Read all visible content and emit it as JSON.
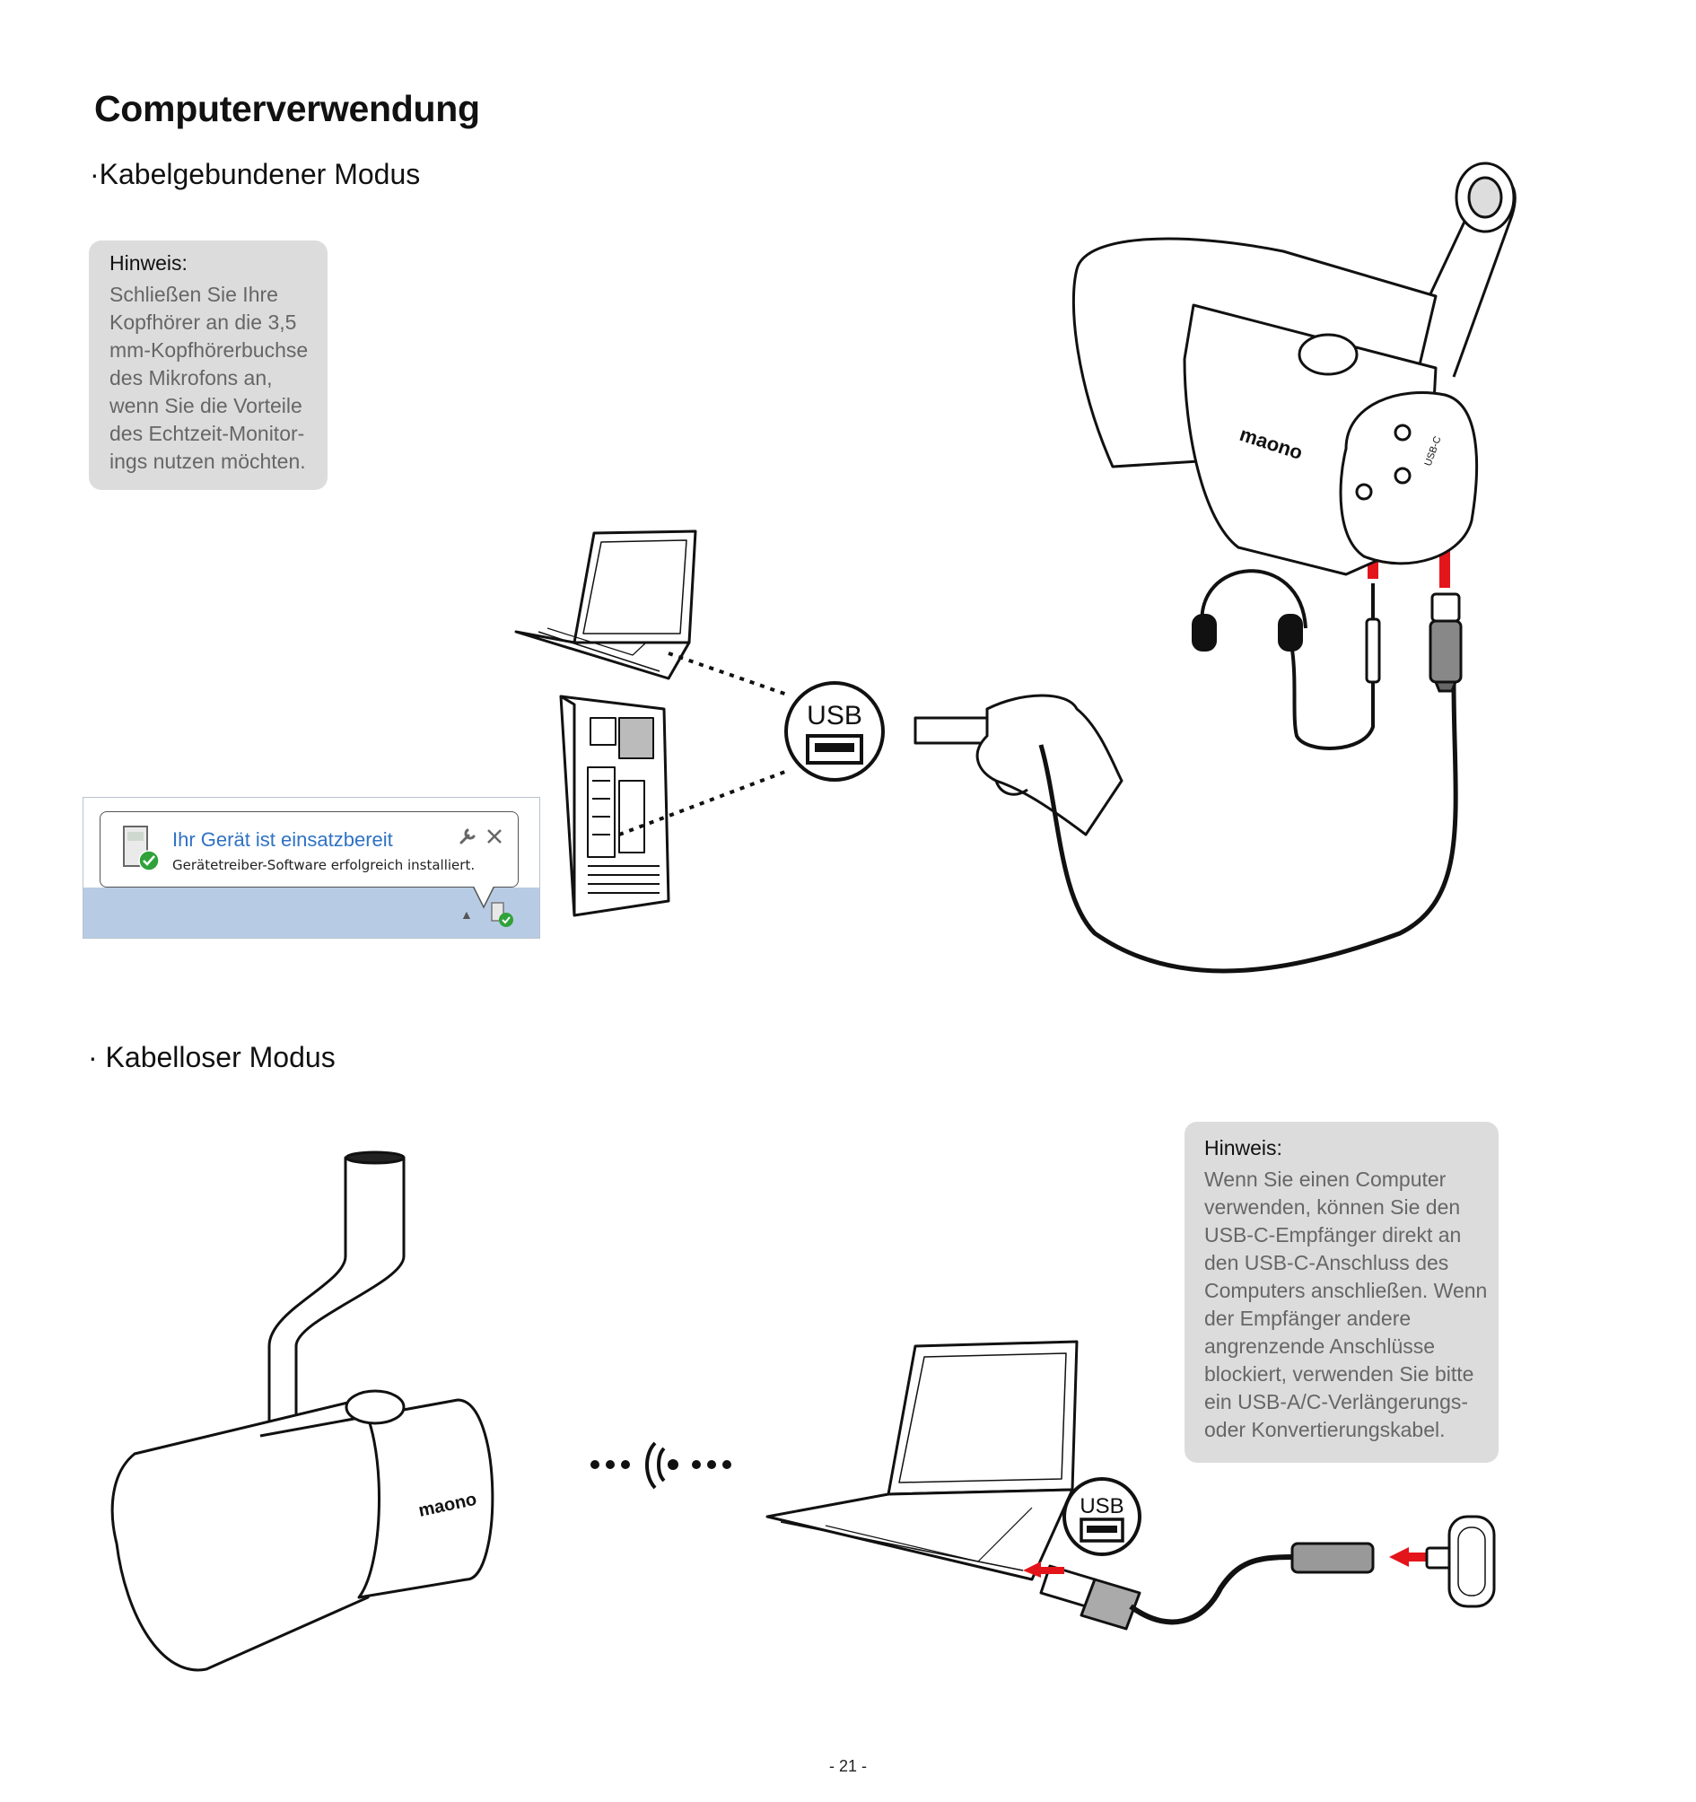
{
  "heading": "Computerverwendung",
  "wired": {
    "subheading": "·Kabelgebundener Modus",
    "note": {
      "title": "Hinweis:",
      "body": "Schließen Sie Ihre\nKopfhörer an die 3,5\nmm-Kopfhörerbuchse\ndes Mikrofons an,\nwenn Sie die Vorteile\ndes Echtzeit-Monitor-\nings nutzen möchten."
    },
    "usb_badge": "USB",
    "notification": {
      "title": "Ihr Gerät ist einsatzbereit",
      "subtitle": "Gerätetreiber-Software erfolgreich installiert."
    },
    "mic_labels": {
      "brand": "maono",
      "usb_c": "USB-C"
    }
  },
  "wireless": {
    "subheading": "· Kabelloser Modus",
    "note": {
      "title": "Hinweis:",
      "body": "Wenn Sie einen Computer\nverwenden, können Sie den\nUSB-C-Empfänger direkt an\nden USB-C-Anschluss des\nComputers anschließen. Wenn\nder Empfänger andere\nangrenzende Anschlüsse\nblockiert, verwenden Sie bitte\nein USB-A/C-Verlängerungs-\noder Konvertierungskabel."
    },
    "usb_badge": "USB",
    "brand": "maono"
  },
  "page_number": "- 21 -",
  "colors": {
    "accent_red": "#e3151b",
    "note_bg": "#dcdcdc",
    "link_blue": "#2f72c4",
    "taskbar": "#b7cce4"
  }
}
